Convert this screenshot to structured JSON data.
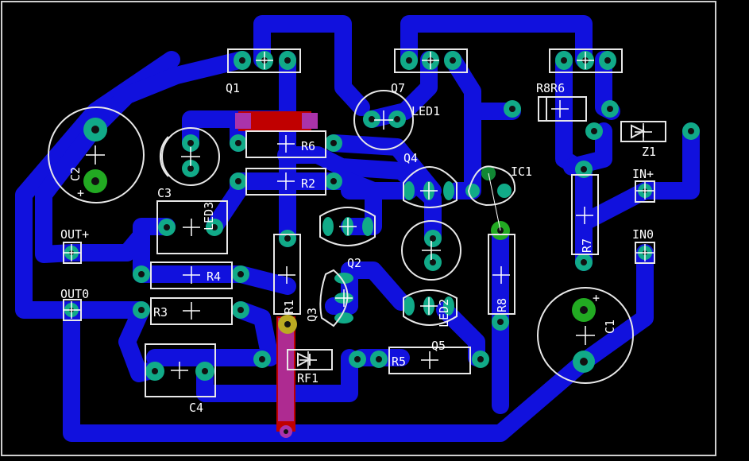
{
  "title": "PCB board layout",
  "colors": {
    "background": "#000000",
    "copper": "#1111dd",
    "top_copper": "#c00000",
    "via": "#aa33aa",
    "pad": "#11aa88",
    "silkscreen": "#e8e8e8",
    "drill": "#111111"
  },
  "labels": {
    "q1": "Q1",
    "q7": "Q7",
    "r8r6": "R8R6",
    "led1": "LED1",
    "r6": "R6",
    "r2": "R2",
    "c2": "C2",
    "c2_plus": "+",
    "c3": "C3",
    "led3": "LED3",
    "q4": "Q4",
    "ic1": "IC1",
    "z1": "Z1",
    "in_plus": "IN+",
    "in0": "IN0",
    "r7": "R7",
    "out_plus": "OUT+",
    "out0": "OUT0",
    "r4": "R4",
    "r3": "R3",
    "r1": "R1",
    "q3": "Q3",
    "q2": "Q2",
    "led2": "LED2",
    "r8": "R8",
    "q5": "Q5",
    "r5": "R5",
    "rf1": "RF1",
    "c4": "C4",
    "c1": "C1",
    "c1_plus": "+"
  }
}
